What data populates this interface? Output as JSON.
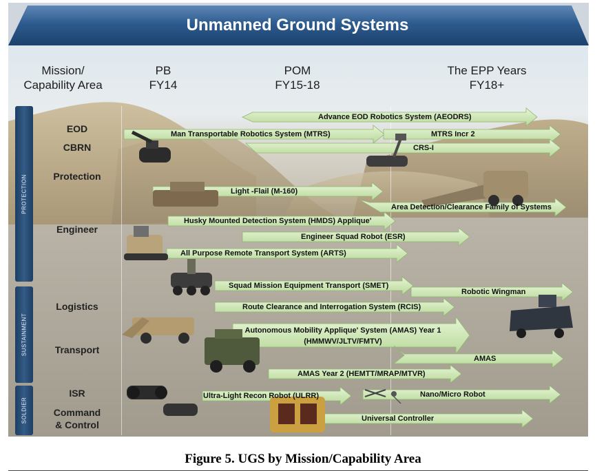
{
  "title": "Unmanned Ground Systems",
  "columns": [
    {
      "line1": "Mission/",
      "line2": "Capability Area"
    },
    {
      "line1": "PB",
      "line2": "FY14"
    },
    {
      "line1": "POM",
      "line2": "FY15-18"
    },
    {
      "line1": "The EPP Years",
      "line2": "FY18+"
    }
  ],
  "row_labels": [
    "EOD",
    "CBRN",
    "Protection",
    "Engineer",
    "Logistics",
    "Transport",
    "ISR",
    "Command\n& Control"
  ],
  "bands": [
    "PROTECTION",
    "SUSTAINMENT",
    "SOLDIER"
  ],
  "programs": {
    "aeodrs": "Advance EOD Robotics System (AEODRS)",
    "mtrs": "Man Transportable Robotics System (MTRS)",
    "mtrs_incr2": "MTRS Incr 2",
    "crs_i": "CRS-I",
    "light_flail": "Light -Flail (M-160)",
    "adcfs": "Area Detection/Clearance Family of Systems",
    "hmds": "Husky Mounted Detection System (HMDS) Applique'",
    "esr": "Engineer Squad Robot (ESR)",
    "arts": "All Purpose Remote Transport System (ARTS)",
    "smet": "Squad Mission Equipment Transport (SMET)",
    "wingman": "Robotic Wingman",
    "rcis": "Route Clearance and Interrogation System (RCIS)",
    "amas1_a": "Autonomous Mobility Applique' System (AMAS) Year 1",
    "amas1_b": "(HMMWV/JLTV/FMTV)",
    "amas": "AMAS",
    "amas2": "AMAS Year 2 (HEMTT/MRAP/MTVR)",
    "ulrr": "Ultra-Light Recon Robot (ULRR)",
    "nano": "Nano/Micro Robot",
    "uc": "Universal Controller"
  },
  "caption": "Figure 5. UGS by Mission/Capability Area",
  "colors": {
    "banner": "#1f4a7a",
    "arrow": "#cfe8b4",
    "band": "#2a4d75"
  }
}
